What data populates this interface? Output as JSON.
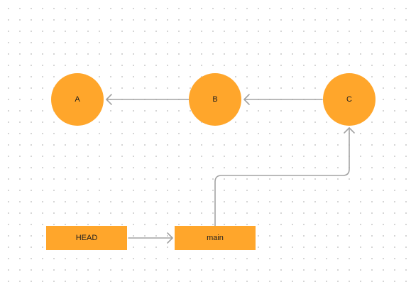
{
  "diagram": {
    "commits": [
      {
        "id": "A",
        "label": "A"
      },
      {
        "id": "B",
        "label": "B"
      },
      {
        "id": "C",
        "label": "C"
      }
    ],
    "refs": [
      {
        "id": "HEAD",
        "label": "HEAD"
      },
      {
        "id": "main",
        "label": "main"
      }
    ],
    "edges": [
      {
        "from": "B",
        "to": "A"
      },
      {
        "from": "C",
        "to": "B"
      },
      {
        "from": "main",
        "to": "C"
      },
      {
        "from": "HEAD",
        "to": "main"
      }
    ]
  },
  "colors": {
    "node_fill": "#ffa62b",
    "edge_stroke": "#a3a3a3",
    "grid_dot": "#c9c9c9",
    "background": "#ffffff"
  }
}
